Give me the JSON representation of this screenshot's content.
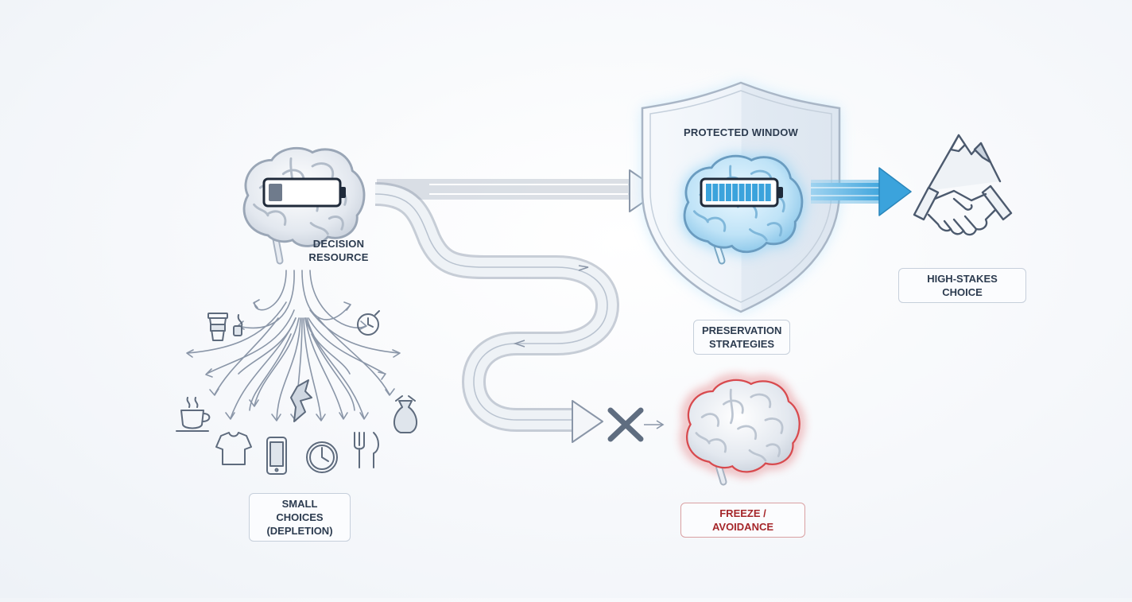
{
  "labels": {
    "decision_resource": "DECISION\nRESOURCE",
    "protected_window": "PROTECTED WINDOW",
    "preservation_strategies": "PRESERVATION\nSTRATEGIES",
    "high_stakes_choice": "HIGH-STAKES CHOICE",
    "small_choices": "SMALL CHOICES\n(DEPLETION)",
    "freeze_avoidance": "FREEZE / AVOIDANCE"
  },
  "battery_levels": {
    "decision_resource": 0.2,
    "protected": 1.0
  },
  "small_choice_icons": [
    "coffee-cup-icon",
    "tea-bag-icon",
    "timer-icon",
    "teacup-icon",
    "tshirt-icon",
    "smartphone-icon",
    "clock-icon",
    "fork-knife-icon",
    "money-bag-icon",
    "paper-scrap-icon"
  ],
  "colors": {
    "accent_blue": "#3ba3dc",
    "alert_red": "#d84a4e",
    "ink": "#2c3b4f",
    "line_gray": "#8a96a8"
  }
}
